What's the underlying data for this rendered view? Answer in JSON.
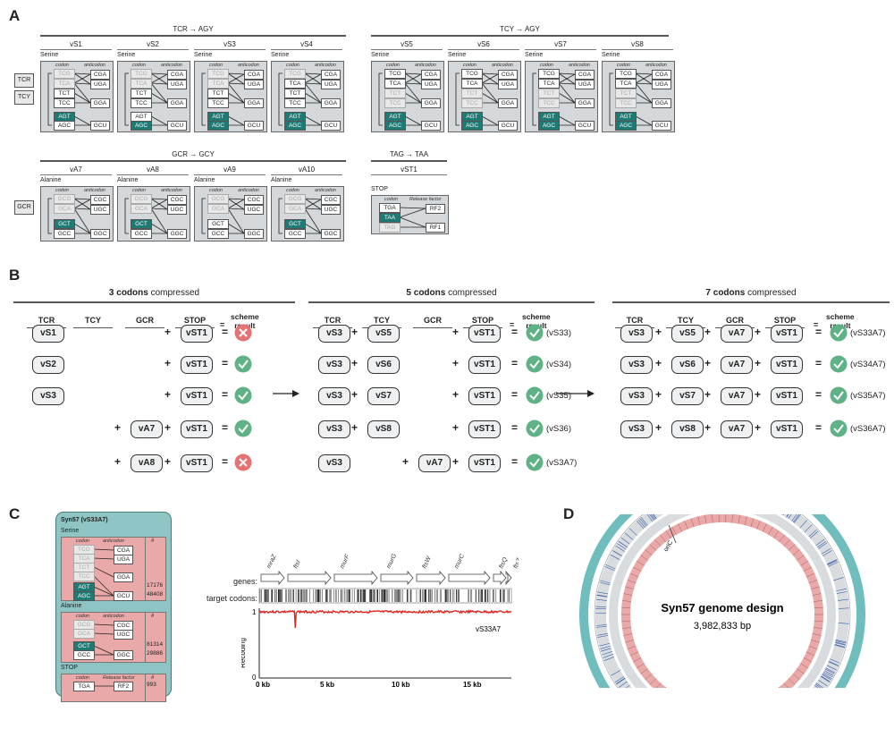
{
  "panels": {
    "a": "A",
    "b": "B",
    "c": "C",
    "d": "D"
  },
  "panel_a": {
    "group_tcr": "TCR → AGY",
    "group_tcy": "TCY → AGY",
    "group_gcr": "GCR → GCY",
    "group_tag": "TAG → TAA",
    "side_tcr": "TCR",
    "side_tcy": "TCY",
    "side_gcr": "GCR",
    "col_codon": "codon",
    "col_anticodon": "anticodon",
    "col_release": "Release factor",
    "serine": "Serine",
    "alanine": "Alanine",
    "stop": "STOP",
    "serine_variants": [
      "vS1",
      "vS2",
      "vS3",
      "vS4",
      "vS5",
      "vS6",
      "vS7",
      "vS8"
    ],
    "alanine_variants": [
      "vA7",
      "vA8",
      "vA9",
      "vA10"
    ],
    "stop_variants": [
      "vST1"
    ],
    "serine_codons": [
      "TCG",
      "TCA",
      "TCT",
      "TCC",
      "AGT",
      "AGC"
    ],
    "serine_anticodons": [
      "CGA",
      "UGA",
      "GGA",
      "GCU"
    ],
    "alanine_codons": [
      "GCG",
      "GCA",
      "GCT",
      "GCC"
    ],
    "alanine_anticodons": [
      "CGC",
      "UGC",
      "GGC"
    ],
    "stop_codons": [
      "TGA",
      "TAA",
      "TAG"
    ],
    "stop_factors": [
      "RF2",
      "RF1"
    ]
  },
  "panel_b": {
    "groups": [
      {
        "bold": "3 codons",
        "rest": " compressed"
      },
      {
        "bold": "5 codons",
        "rest": " compressed"
      },
      {
        "bold": "7 codons",
        "rest": " compressed"
      }
    ],
    "cols": [
      "TCR",
      "TCY",
      "GCR",
      "STOP"
    ],
    "scheme": "scheme",
    "result": "result",
    "plus": "+",
    "equals": "=",
    "rows3": [
      {
        "tcr": "vS1",
        "tcy": "",
        "gcr": "",
        "stop": "vST1",
        "ok": false,
        "name": ""
      },
      {
        "tcr": "vS2",
        "tcy": "",
        "gcr": "",
        "stop": "vST1",
        "ok": true,
        "name": ""
      },
      {
        "tcr": "vS3",
        "tcy": "",
        "gcr": "",
        "stop": "vST1",
        "ok": true,
        "name": ""
      },
      {
        "tcr": "",
        "tcy": "",
        "gcr": "vA7",
        "stop": "vST1",
        "ok": true,
        "name": ""
      },
      {
        "tcr": "",
        "tcy": "",
        "gcr": "vA8",
        "stop": "vST1",
        "ok": false,
        "name": ""
      }
    ],
    "rows5": [
      {
        "tcr": "vS3",
        "tcy": "vS5",
        "gcr": "",
        "stop": "vST1",
        "ok": true,
        "name": "(vS33)"
      },
      {
        "tcr": "vS3",
        "tcy": "vS6",
        "gcr": "",
        "stop": "vST1",
        "ok": true,
        "name": "(vS34)"
      },
      {
        "tcr": "vS3",
        "tcy": "vS7",
        "gcr": "",
        "stop": "vST1",
        "ok": true,
        "name": "(vS35)"
      },
      {
        "tcr": "vS3",
        "tcy": "vS8",
        "gcr": "",
        "stop": "vST1",
        "ok": true,
        "name": "(vS36)"
      },
      {
        "tcr": "vS3",
        "tcy": "",
        "gcr": "vA7",
        "stop": "vST1",
        "ok": true,
        "name": "(vS3A7)"
      }
    ],
    "rows7": [
      {
        "tcr": "vS3",
        "tcy": "vS5",
        "gcr": "vA7",
        "stop": "vST1",
        "ok": true,
        "name": "(vS33A7)"
      },
      {
        "tcr": "vS3",
        "tcy": "vS6",
        "gcr": "vA7",
        "stop": "vST1",
        "ok": true,
        "name": "(vS34A7)"
      },
      {
        "tcr": "vS3",
        "tcy": "vS7",
        "gcr": "vA7",
        "stop": "vST1",
        "ok": true,
        "name": "(vS35A7)"
      },
      {
        "tcr": "vS3",
        "tcy": "vS8",
        "gcr": "vA7",
        "stop": "vST1",
        "ok": true,
        "name": "(vS36A7)"
      }
    ]
  },
  "panel_c": {
    "card_title": "Syn57 (vS33A7)",
    "serine": "Serine",
    "alanine": "Alanine",
    "stop": "STOP",
    "col_codon": "codon",
    "col_anticodon": "anticodon",
    "col_release": "Release factor",
    "hash": "#",
    "serine_counts": [
      "17176",
      "48408"
    ],
    "alanine_counts": [
      "81314",
      "29886"
    ],
    "stop_counts": [
      "993"
    ],
    "genes_label": "genes:",
    "target_label": "target codons:",
    "genes": [
      "mraZ",
      "ftsI",
      "murF",
      "murG",
      "ftsW",
      "murC",
      "ftsQ",
      "ftsZ"
    ],
    "ylabel": "Recoding",
    "series": "vS33A7",
    "y_ticks": [
      "1",
      "0"
    ],
    "x_ticks": [
      "0 kb",
      "5 kb",
      "10 kb",
      "15 kb"
    ]
  },
  "panel_d": {
    "title": "Syn57 genome design",
    "size": "3,982,833 bp",
    "ori": "oriC"
  },
  "colors": {
    "teal": "#1e7a74",
    "panel_gray": "#d4d8da",
    "pink": "#e9a9a9",
    "ring_teal": "#6fbdbd",
    "green": "#5fb286",
    "red": "#e57373",
    "plot_red": "#e0251f"
  }
}
